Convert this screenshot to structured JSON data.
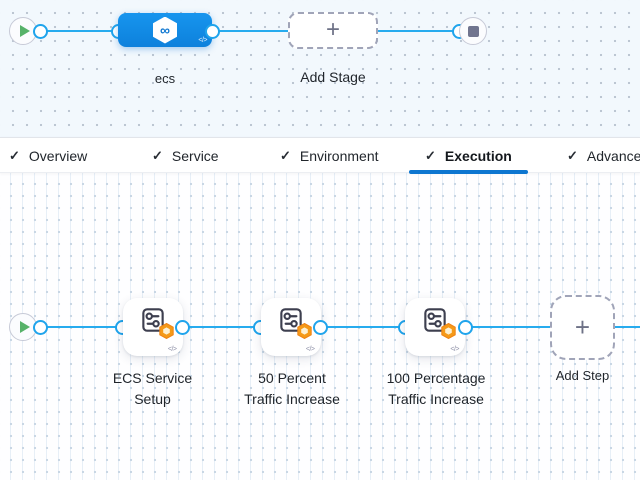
{
  "icons": {
    "play": "play-triangle",
    "stop": "stop-square",
    "check": "✓",
    "plus": "+",
    "code": "</>",
    "stage_hexagon_glyph": "∞"
  },
  "stage_pipeline": {
    "stage_label": "ecs",
    "add_stage_label": "Add Stage"
  },
  "tabs": [
    {
      "label": "Overview",
      "checked": true,
      "active": false
    },
    {
      "label": "Service",
      "checked": true,
      "active": false
    },
    {
      "label": "Environment",
      "checked": true,
      "active": false
    },
    {
      "label": "Execution",
      "checked": true,
      "active": true
    },
    {
      "label": "Advanced",
      "checked": true,
      "active": false
    }
  ],
  "execution_pipeline": {
    "steps": [
      {
        "line1": "ECS Service",
        "line2": "Setup"
      },
      {
        "line1": "50 Percent",
        "line2": "Traffic Increase"
      },
      {
        "line1": "100 Percentage",
        "line2": "Traffic Increase"
      }
    ],
    "add_step_label": "Add Step"
  },
  "colors": {
    "accent_blue": "#0d76d0",
    "connector_blue": "#27abee",
    "stage_node_blue": "#1389e8",
    "badge_orange": "#f59a18",
    "play_green": "#57b269",
    "canvas_top_bg": "#f2f8fd"
  }
}
